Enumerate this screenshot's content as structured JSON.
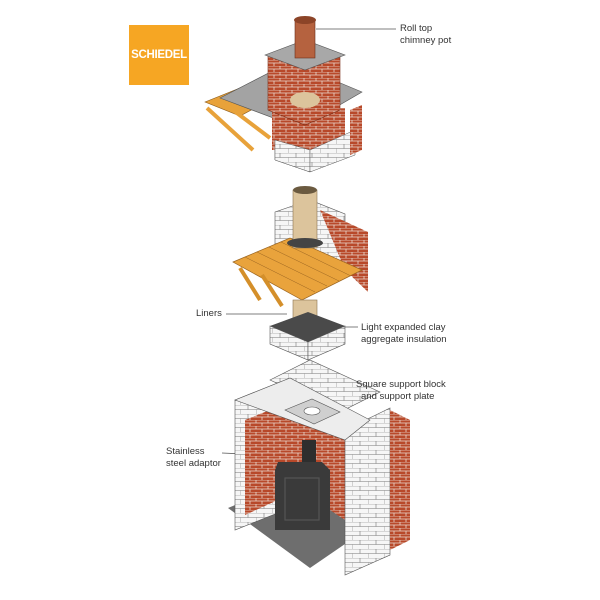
{
  "brand": {
    "name": "SCHIEDEL",
    "color": "#F6A623"
  },
  "labels": {
    "roll_top": [
      "Roll top",
      "chimney pot"
    ],
    "liners": [
      "Liners"
    ],
    "insulation": [
      "Light expanded clay",
      "aggregate insulation"
    ],
    "support_block": [
      "Square support block",
      "and support plate"
    ],
    "adaptor": [
      "Stainless",
      "steel adaptor"
    ]
  },
  "colors": {
    "brick": "#B8492A",
    "mortar": "#E8DDD5",
    "slate": "#9A9A9A",
    "timber": "#E9A33C",
    "liner": "#DCC49C",
    "block": "#F4F4F4",
    "stove": "#3A3A3A",
    "hearth": "#6E6E6E"
  }
}
